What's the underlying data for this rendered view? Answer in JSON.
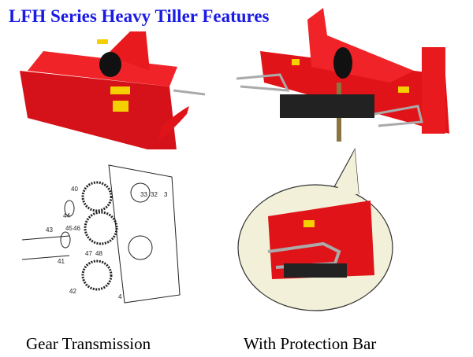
{
  "title": "LFH Series Heavy Tiller Features",
  "captions": {
    "left": "Gear Transmission",
    "right": "With Protection Bar"
  },
  "diagram_labels": [
    "40",
    "44",
    "45",
    "46",
    "43",
    "47",
    "48",
    "41",
    "42",
    "33",
    "32",
    "3",
    "4"
  ],
  "colors": {
    "title": "#1a1ae6",
    "machine_red": "#e8191c",
    "warning_label": "#f5d000",
    "callout_bg": "#f2f0d8"
  }
}
